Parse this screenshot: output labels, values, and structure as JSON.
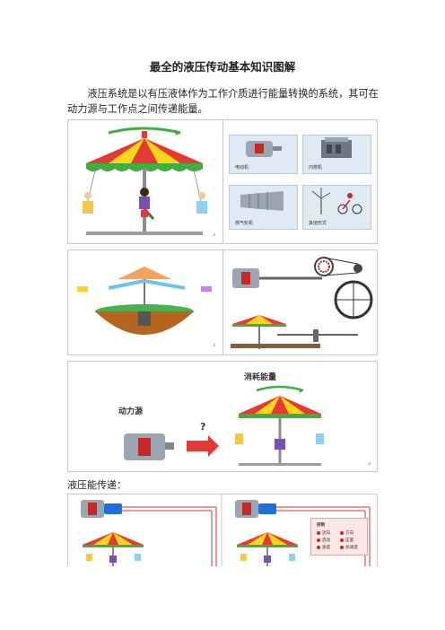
{
  "title": "最全的液压传动基本知识图解",
  "intro": "液压系统是以有压液体作为工作介质进行能量转换的系统，其可在动力源与工作点之间传递能量。",
  "subheading": "液压能传递：",
  "fig1": {
    "tiles": [
      "电动机",
      "内燃机",
      "燃气轮机",
      "其他形式"
    ]
  },
  "fig3": {
    "label_power": "动力源",
    "label_consume": "消耗能量",
    "question": "?"
  },
  "fig4": {
    "control_title": "控制",
    "items": [
      "流向",
      "方向",
      "启动",
      "压量",
      "速度",
      "加速度"
    ]
  },
  "colors": {
    "red": "#e53935",
    "yellow": "#f9d61a",
    "green": "#3fae3f",
    "blue": "#1e6fd6"
  }
}
